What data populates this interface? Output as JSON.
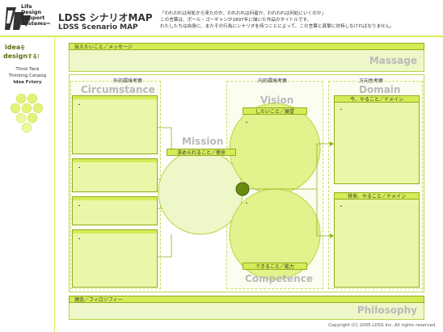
{
  "logo": {
    "line1": "Life",
    "line2": "Design",
    "line3": "Support",
    "line4": "Systems",
    "mark": "TM"
  },
  "title": {
    "main": "LDSS シナリオMAP",
    "sub": "LDSS Scenario MAP"
  },
  "quote": {
    "line1": "「われわれは何処から来たのか、われわれは何者か、われわれは何処にいくのか」",
    "line2": "この言葉は、ポール・ゴーギャンが1897年に描いた作品のタイトルです。",
    "line3": "わたしたちは自身に、またその行為にシナリオを持つことによって、この言葉と真摯に対峙しなければなりません。"
  },
  "sidebar": {
    "tag1": "idea",
    "tag1_suffix": "を",
    "tag2": "design",
    "tag2_suffix": "する！",
    "items": [
      "Think Tank",
      "Thinking Catalog",
      "Idea Fctory"
    ]
  },
  "message": {
    "label": "伝えたいこと／メッセージ",
    "title": "Massage"
  },
  "sections": {
    "external": "外的環境考察",
    "internal": "内的環境考察",
    "direction": "方向性考察"
  },
  "circumstance": {
    "title": "Circumstance",
    "bullets": [
      "・",
      "・",
      "・",
      "・"
    ]
  },
  "mission": {
    "title": "Mission",
    "label": "求められること／使命"
  },
  "vision": {
    "title": "Vision",
    "label": "したいこと／展望",
    "bullet": "・"
  },
  "competence": {
    "title": "Competence",
    "label": "できること／能力",
    "bullet": "・"
  },
  "domain": {
    "title": "Domain",
    "now_label": "今、やること／ドメイン",
    "future_label": "将来、やること／ドメイン",
    "bullet": "・"
  },
  "philosophy": {
    "label": "理念／フィロソフィー",
    "title": "Philosophy"
  },
  "copyright": "Copyright (C) 2005 LDSS Inc. All rights reserved.",
  "colors": {
    "accent": "#d6ec57",
    "light": "#eef7c8",
    "border": "#8fae1b",
    "dark": "#5a7010"
  }
}
